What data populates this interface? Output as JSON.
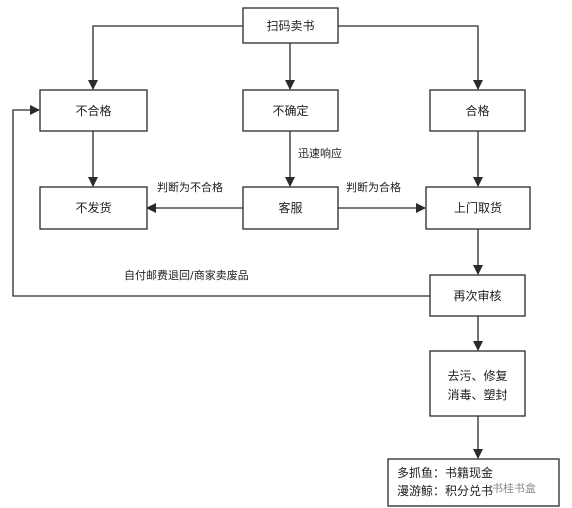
{
  "nodes": {
    "scan_sell": "扫码卖书",
    "unqualified": "不合格",
    "uncertain": "不确定",
    "qualified": "合格",
    "no_ship": "不发货",
    "customer_service": "客服",
    "door_pickup": "上门取货",
    "recheck": "再次审核",
    "clean_1": "去污、修复",
    "clean_2": "消毒、塑封",
    "final_1": "多抓鱼：书籍现金",
    "final_2": "漫游鲸：积分兑书"
  },
  "edges": {
    "quick_response": "迅速响应",
    "judged_unqualified": "判断为不合格",
    "judged_qualified": "判断为合格",
    "return_note": "自付邮费退回/商家卖废品"
  },
  "watermark": "书桂书盒",
  "colors": {
    "line": "#2a2a2a",
    "text": "#1e1e1e"
  }
}
